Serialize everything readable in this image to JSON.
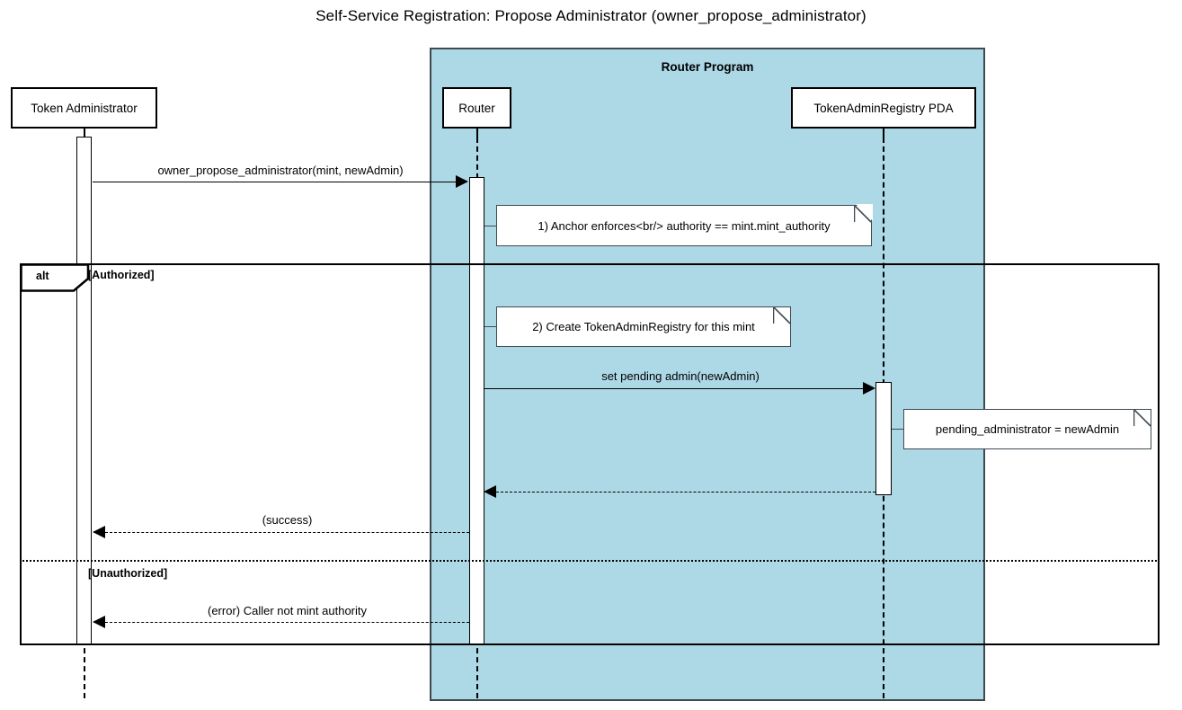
{
  "title": "Self-Service Registration: Propose Administrator (owner_propose_administrator)",
  "group": {
    "label": "Router Program"
  },
  "participants": [
    {
      "name": "token-administrator",
      "label": "Token Administrator"
    },
    {
      "name": "router",
      "label": "Router"
    },
    {
      "name": "token-admin-registry-pda",
      "label": "TokenAdminRegistry PDA"
    }
  ],
  "messages": [
    {
      "id": "m1",
      "label": "owner_propose_administrator(mint, newAdmin)",
      "kind": "call",
      "from": "Token Administrator",
      "to": "Router"
    },
    {
      "id": "m2",
      "label": "set pending admin(newAdmin)",
      "kind": "call",
      "from": "Router",
      "to": "TokenAdminRegistry PDA"
    },
    {
      "id": "m3",
      "label": "",
      "kind": "return",
      "from": "TokenAdminRegistry PDA",
      "to": "Router"
    },
    {
      "id": "m4",
      "label": "(success)",
      "kind": "return",
      "from": "Router",
      "to": "Token Administrator"
    },
    {
      "id": "m5",
      "label": "(error) Caller not mint authority",
      "kind": "return",
      "from": "Router",
      "to": "Token Administrator"
    }
  ],
  "notes": [
    {
      "id": "n1",
      "text": "1) Anchor enforces<br/> authority == mint.mint_authority",
      "over": "Router"
    },
    {
      "id": "n2",
      "text": "2) Create TokenAdminRegistry for this mint",
      "over": "Router"
    },
    {
      "id": "n3",
      "text": "pending_administrator = newAdmin",
      "over": "TokenAdminRegistry PDA"
    }
  ],
  "fragment": {
    "operator": "alt",
    "branches": [
      {
        "guard": "[Authorized]"
      },
      {
        "guard": "[Unauthorized]"
      }
    ]
  },
  "colors": {
    "group_fill": "#add8e6",
    "group_stroke": "#3f4a50",
    "line": "#000000",
    "note_fill": "#ffffff",
    "background": "#ffffff"
  }
}
